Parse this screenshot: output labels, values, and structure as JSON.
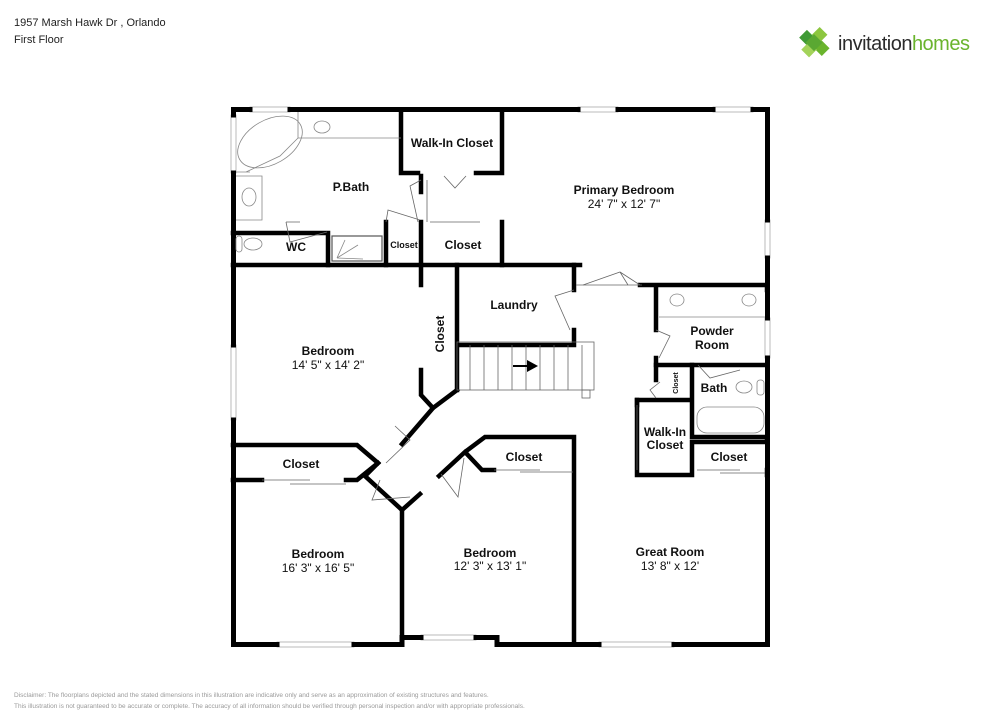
{
  "header": {
    "address": "1957 Marsh Hawk Dr , Orlando",
    "floor": "First Floor"
  },
  "logo": {
    "icon": "invitation-homes-logo-icon",
    "text_part1": "invitation",
    "text_part2": "homes",
    "brand_color": "#6ab42d",
    "text_color": "#2b2b2b"
  },
  "rooms": {
    "primary_bedroom": {
      "name": "Primary Bedroom",
      "dims": "24' 7\" x 12' 7\""
    },
    "walk_in_closet_primary": {
      "name": "Walk-In Closet"
    },
    "p_bath": {
      "name": "P.Bath"
    },
    "wc": {
      "name": "WC"
    },
    "closet_small": {
      "name": "Closet"
    },
    "closet_primary": {
      "name": "Closet"
    },
    "laundry": {
      "name": "Laundry"
    },
    "bedroom_1": {
      "name": "Bedroom",
      "dims": "14' 5\" x 14' 2\""
    },
    "closet_vertical": {
      "name": "Closet"
    },
    "closet_bed2": {
      "name": "Closet"
    },
    "bedroom_2": {
      "name": "Bedroom",
      "dims": "16' 3\" x 16' 5\""
    },
    "closet_bed3": {
      "name": "Closet"
    },
    "bedroom_3": {
      "name": "Bedroom",
      "dims": "12' 3\" x 13' 1\""
    },
    "powder_room": {
      "name_line1": "Powder",
      "name_line2": "Room"
    },
    "hall_closet": {
      "name": "Closet"
    },
    "bath": {
      "name": "Bath"
    },
    "walk_in_closet_great": {
      "name_line1": "Walk-In",
      "name_line2": "Closet"
    },
    "closet_great": {
      "name": "Closet"
    },
    "great_room": {
      "name": "Great Room",
      "dims": "13' 8\" x 12'"
    }
  },
  "colors": {
    "wall": "#000000",
    "fixture": "#888888",
    "window": "#cccccc",
    "background": "#ffffff"
  },
  "disclaimer": {
    "line1": "Disclaimer: The floorplans depicted and the stated dimensions in this illustration are indicative only and serve as an approximation of existing structures and features.",
    "line2": "This illustration is not guaranteed to be accurate or complete. The accuracy of all information should be verified through personal inspection and/or with appropriate professionals."
  }
}
